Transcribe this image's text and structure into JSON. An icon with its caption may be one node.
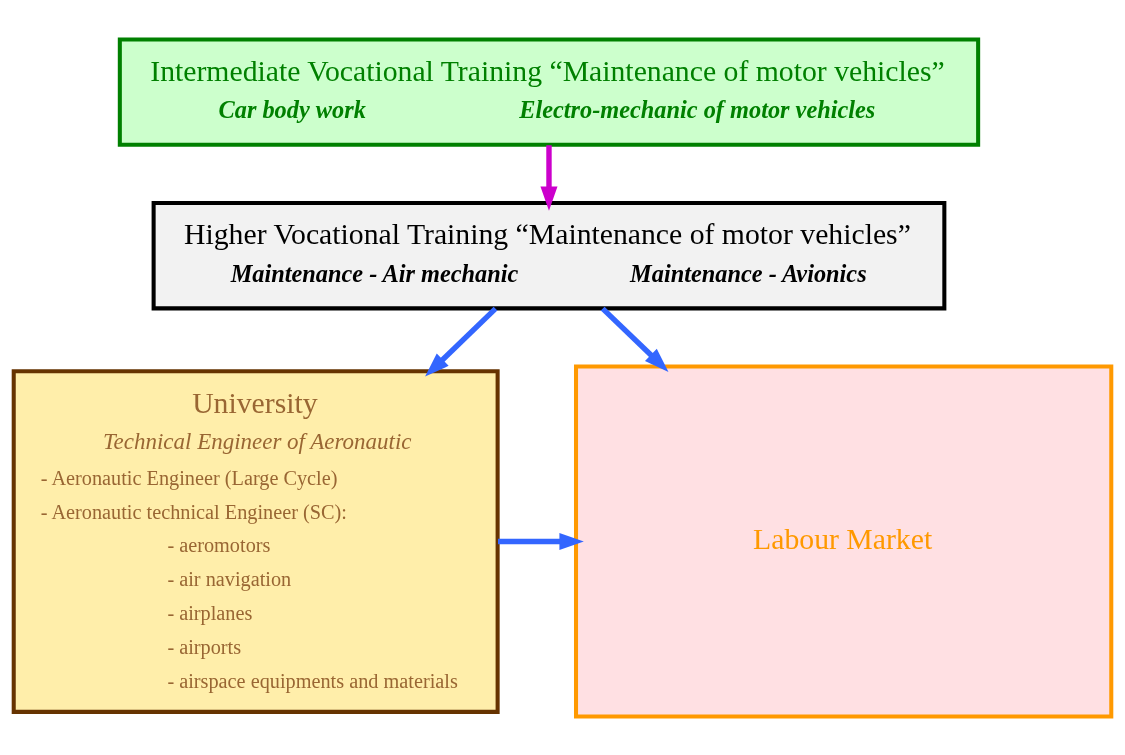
{
  "diagram": {
    "nodes": [
      {
        "text": [
          "Intermediate Vocational Training “Maintenance of motor vehicles”",
          "Car body work",
          "Electro-mechanic of motor vehicles"
        ]
      },
      {
        "text": [
          "Higher Vocational Training “Maintenance of motor vehicles”",
          "Maintenance - Air mechanic",
          "Maintenance - Avionics"
        ]
      },
      {
        "text": [
          "University",
          "Technical Engineer of Aeronautic",
          "- Aeronautic Engineer (Large Cycle)",
          "- Aeronautic technical Engineer (SC):",
          "- aeromotors",
          "- air navigation",
          "- airplanes",
          "- airports",
          "- airspace equipments and materials"
        ]
      },
      {
        "text": [
          "Labour Market"
        ]
      }
    ],
    "edges": [
      {
        "from": 0,
        "to": 1,
        "arrow": "to",
        "color": "#cc00cc"
      },
      {
        "from": 1,
        "to": 2,
        "arrow": "to"
      },
      {
        "from": 1,
        "to": 3,
        "arrow": "to"
      },
      {
        "from": 2,
        "to": 3,
        "arrow": "to"
      }
    ]
  }
}
